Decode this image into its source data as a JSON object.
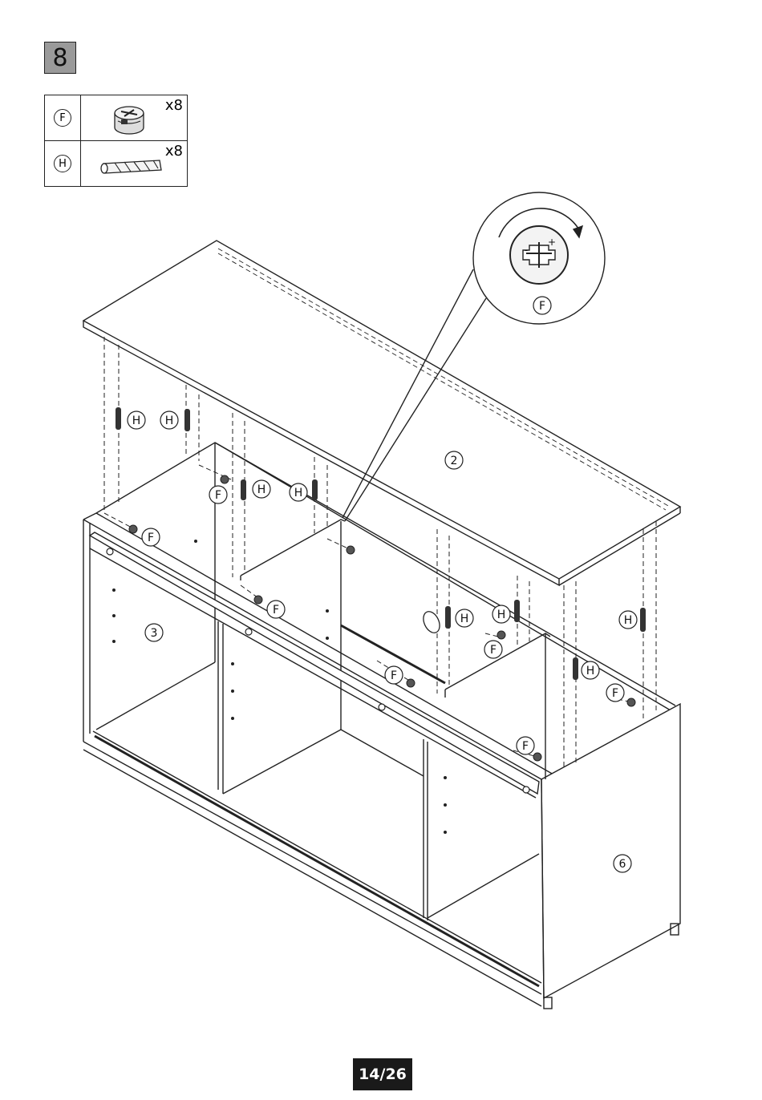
{
  "step": {
    "number": "8"
  },
  "parts": [
    {
      "code": "F",
      "name": "cam-lock",
      "quantity": "x8"
    },
    {
      "code": "H",
      "name": "wooden-dowel",
      "quantity": "x8"
    }
  ],
  "panels": {
    "top": "2",
    "left_side": "3",
    "right_side": "6"
  },
  "detail": {
    "code": "F",
    "rotation_symbols": [
      "-",
      "+"
    ]
  },
  "callouts": {
    "cam": "F",
    "dowel": "H"
  },
  "page": {
    "indicator": "14/26"
  }
}
